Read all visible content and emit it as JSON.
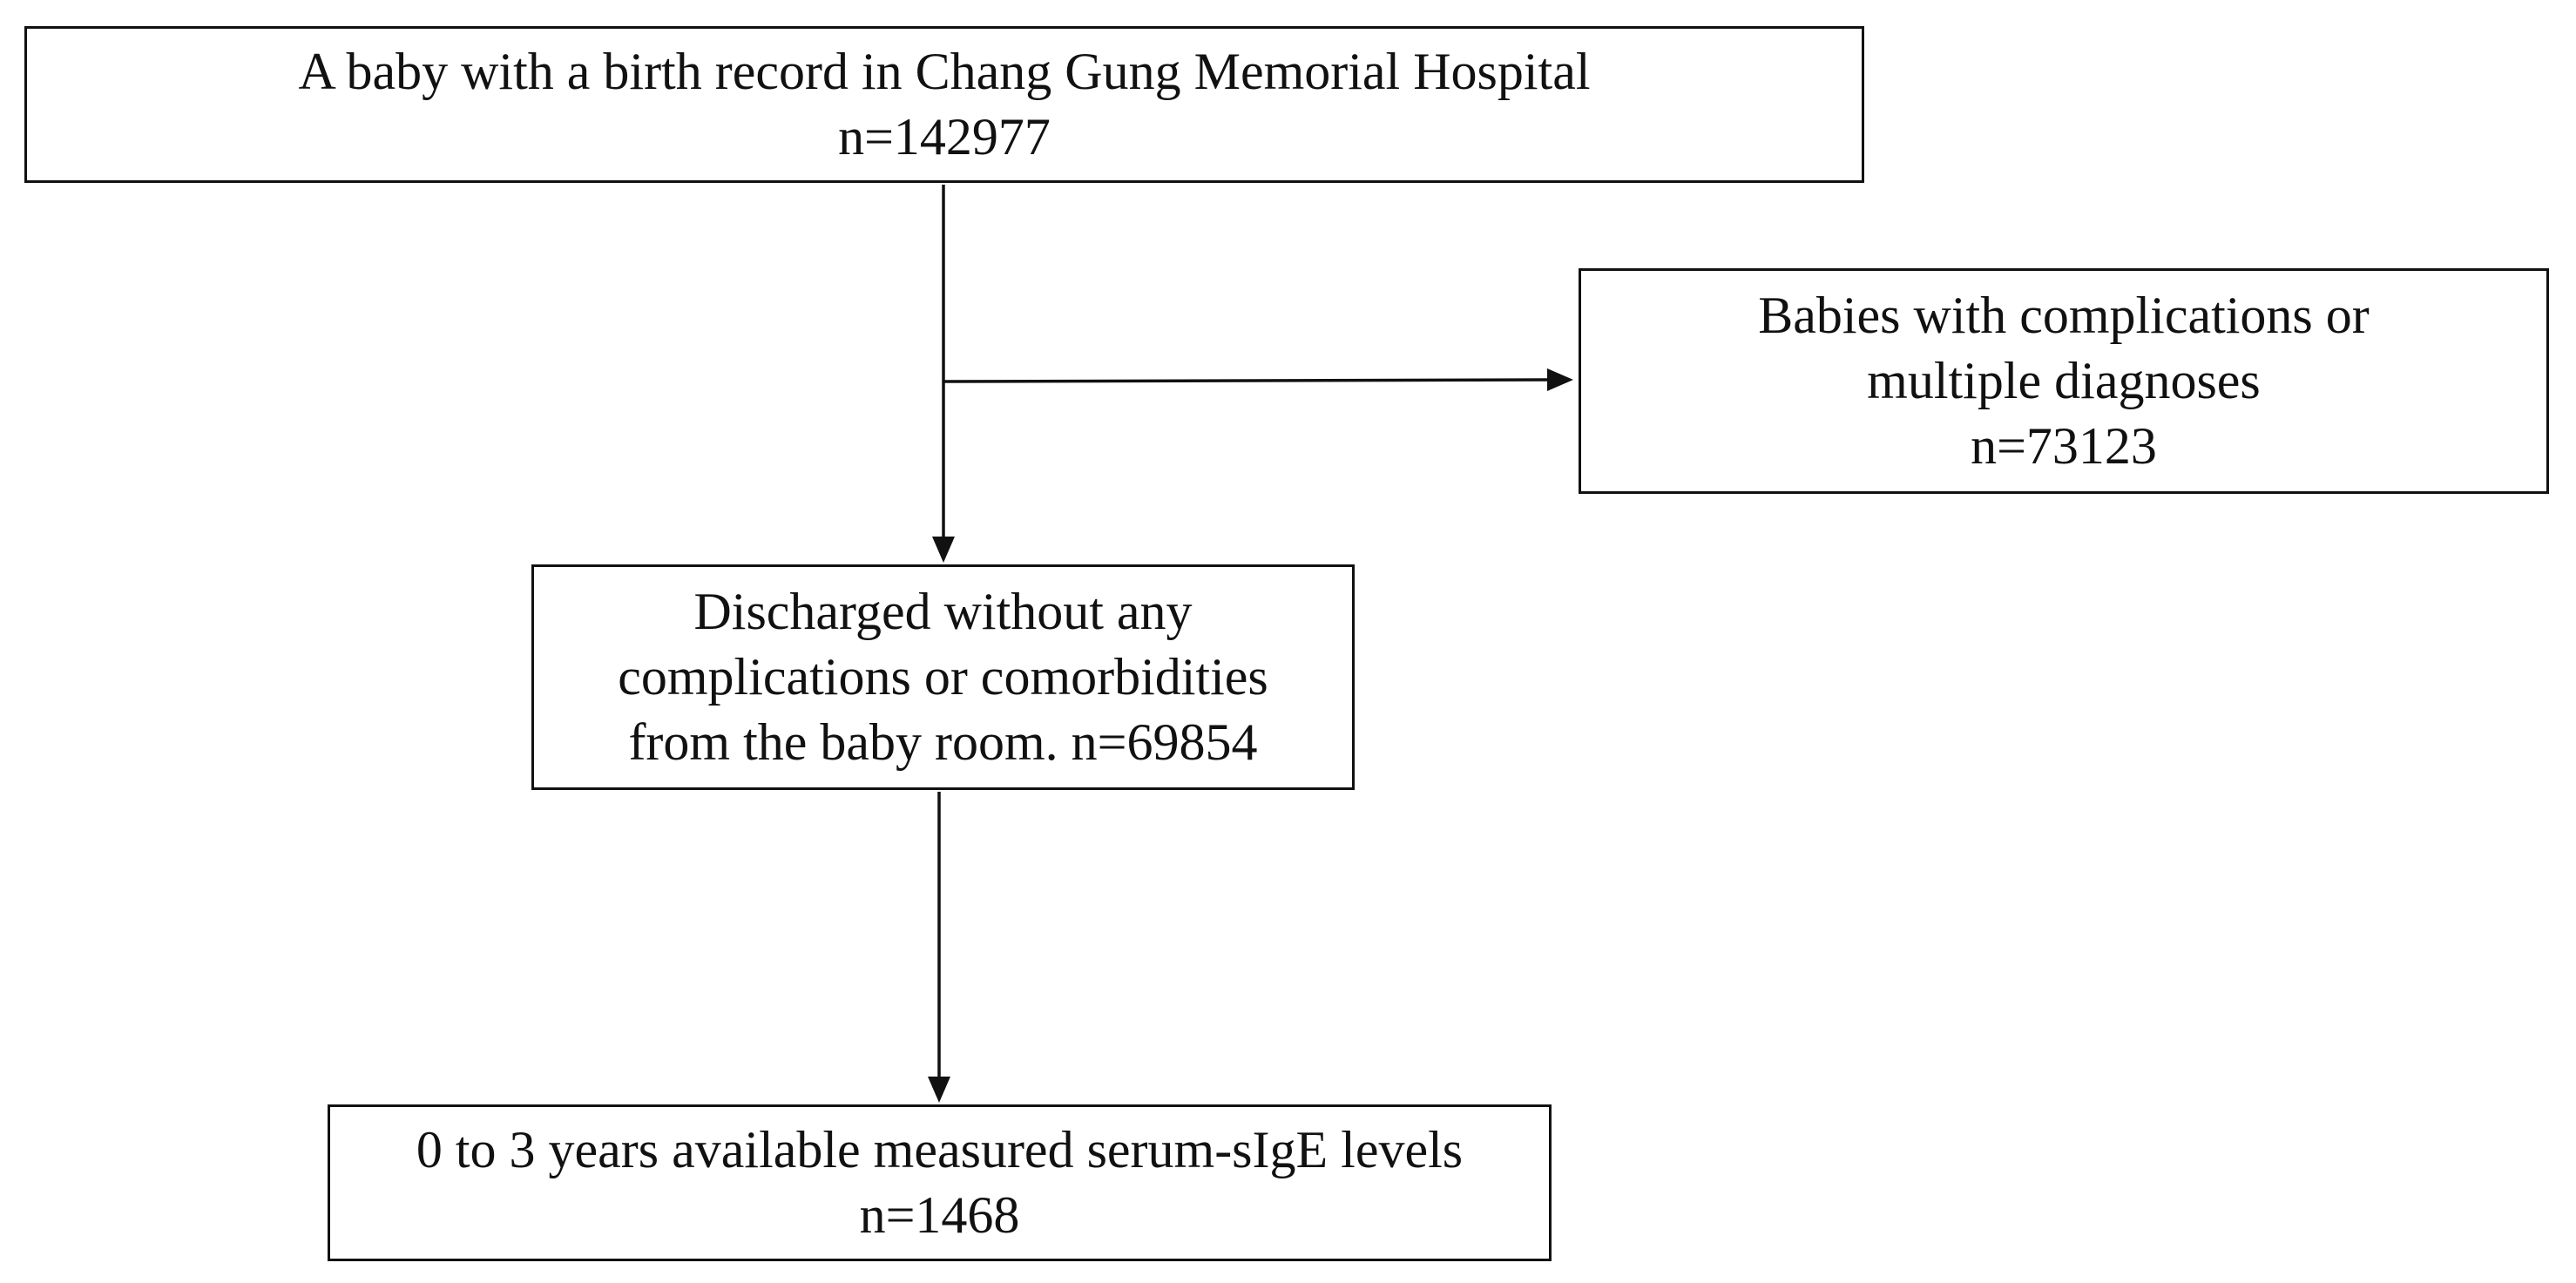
{
  "flowchart": {
    "nodes": {
      "birth_record": {
        "lines": [
          "A baby with a birth record in Chang Gung Memorial Hospital",
          "n=142977"
        ]
      },
      "excluded": {
        "lines": [
          "Babies with complications or",
          "multiple diagnoses",
          "n=73123"
        ]
      },
      "discharged": {
        "lines": [
          "Discharged without any",
          "complications or comorbidities",
          "from the baby room. n=69854"
        ]
      },
      "measured": {
        "lines": [
          "0 to 3 years available measured serum-sIgE levels",
          "n=1468"
        ]
      }
    },
    "edges": [
      {
        "from": "birth_record",
        "to": "discharged"
      },
      {
        "from": "birth_record",
        "to": "excluded"
      },
      {
        "from": "discharged",
        "to": "measured"
      }
    ],
    "line_color": "#111111"
  }
}
